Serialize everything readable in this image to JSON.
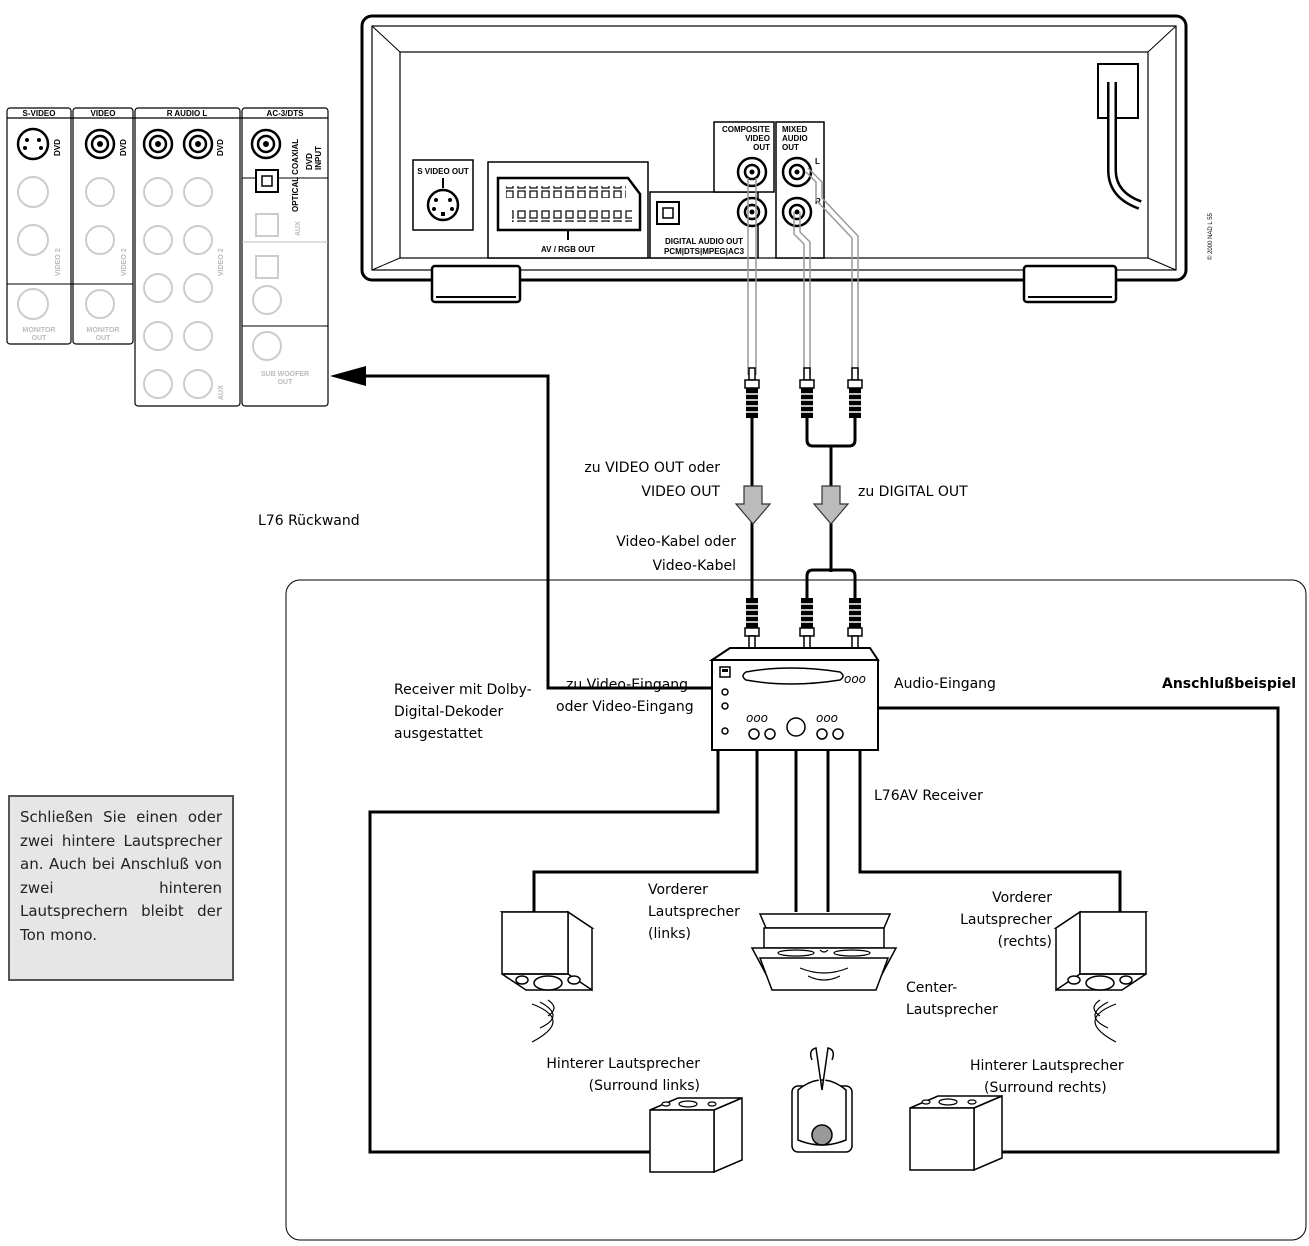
{
  "dvd_player": {
    "s_video_out": "S VIDEO OUT",
    "av_rgb_out": "AV / RGB OUT",
    "digital_audio_out_line1": "DIGITAL AUDIO OUT",
    "digital_audio_out_line2": "PCM|DTS|MPEG|AC3",
    "composite_line1": "COMPOSITE",
    "composite_line2": "VIDEO",
    "composite_line3": "OUT",
    "mixed_line1": "MIXED",
    "mixed_line2": "AUDIO",
    "mixed_line3": "OUT",
    "channel_l": "L",
    "channel_r": "R",
    "copyright": "© 2000 NAD L 55"
  },
  "rear_panel": {
    "s_video": "S-VIDEO",
    "video": "VIDEO",
    "r_audio_l": "R AUDIO L",
    "ac3_dts": "AC-3/DTS",
    "dvd": "DVD",
    "optical_coaxial": "OPTICAL COAXIAL",
    "dvd_input_line1": "DVD",
    "dvd_input_line2": "INPUT",
    "monitor_out_line1": "MONITOR",
    "monitor_out_line2": "OUT",
    "sub_woofer_line1": "SUB WOOFER",
    "sub_woofer_line2": "OUT",
    "aux": "AUX",
    "video2": "VIDEO 2"
  },
  "labels": {
    "rear_panel_caption": "L76 Rückwand",
    "to_video_out_line1": "zu VIDEO OUT oder",
    "to_video_out_line2": "VIDEO OUT",
    "to_digital_out": "zu DIGITAL OUT",
    "video_cable_line1": "Video-Kabel oder",
    "video_cable_line2": "Video-Kabel",
    "receiver_desc_line1": "Receiver mit Dolby-",
    "receiver_desc_line2": "Digital-Dekoder",
    "receiver_desc_line3": "ausgestattet",
    "to_video_input_line1": "zu Video-Eingang",
    "to_video_input_line2": "oder Video-Eingang",
    "audio_input": "Audio-Eingang",
    "example_title": "Anschlußbeispiel",
    "receiver_name": "L76AV Receiver",
    "front_left_line1": "Vorderer",
    "front_left_line2": "Lautsprecher",
    "front_left_line3": "(links)",
    "front_right_line1": "Vorderer",
    "front_right_line2": "Lautsprecher",
    "front_right_line3": "(rechts)",
    "center_line1": "Center-",
    "center_line2": "Lautsprecher",
    "rear_left_line1": "Hinterer Lautsprecher",
    "rear_left_line2": "(Surround links)",
    "rear_right_line1": "Hinterer Lautsprecher",
    "rear_right_line2": "(Surround rechts)"
  },
  "note": "Schließen Sie einen oder zwei hintere Lautsprecher an. Auch bei Anschluß von zwei hinteren Lautsprechern bleibt der Ton mono."
}
